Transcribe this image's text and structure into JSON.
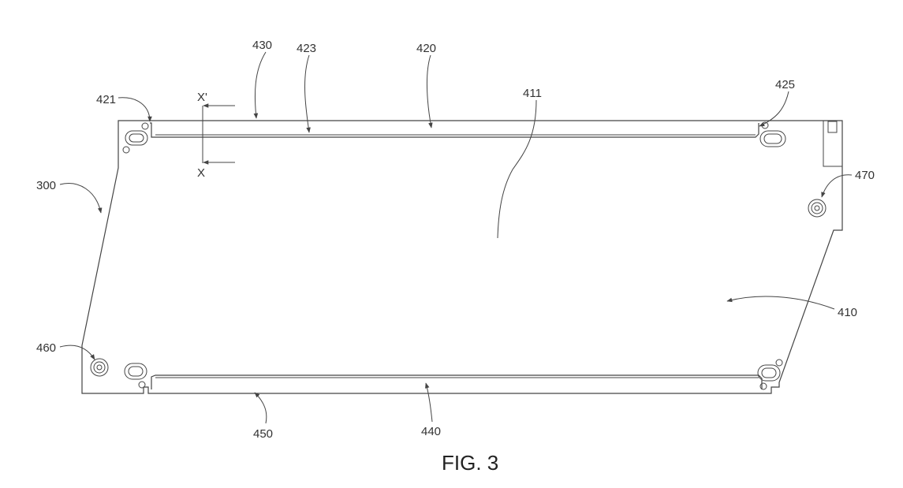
{
  "figure": {
    "caption": "FIG. 3",
    "labels": {
      "r300": "300",
      "r410": "410",
      "r411": "411",
      "r420": "420",
      "r421": "421",
      "r423": "423",
      "r425": "425",
      "r430": "430",
      "r440": "440",
      "r450": "450",
      "r460": "460",
      "r470": "470",
      "x_prime": "X'",
      "x": "X"
    }
  }
}
